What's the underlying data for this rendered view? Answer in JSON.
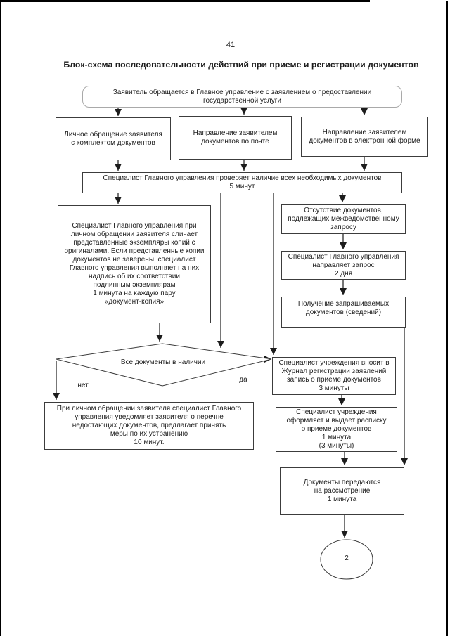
{
  "page": {
    "number": "41",
    "title": "Блок-схема последовательности действий при приеме и регистрации документов"
  },
  "colors": {
    "ink": "#1c1c1c",
    "box_border": "#3c3c3c",
    "start_box_border": "#a9a9a9",
    "background": "#ffffff"
  },
  "flowchart": {
    "start": {
      "label": "Заявитель обращается в Главное управление с заявлением о предоставлении\nгосударственной услуги"
    },
    "channel_personal": {
      "label": "Личное обращение заявителя\nс комплектом документов"
    },
    "channel_mail": {
      "label": "Направление заявителем\nдокументов по почте"
    },
    "channel_electronic": {
      "label": "Направление заявителем\nдокументов в электронной форме"
    },
    "check_documents": {
      "label": "Специалист Главного управления проверяет наличие всех необходимых документов\n5 минут"
    },
    "compare_copies": {
      "label": "Специалист Главного управления при\nличном обращении заявителя сличает\nпредставленные экземпляры копий с\nоригиналами. Если представленные копии\nдокументов не заверены, специалист\nГлавного управления выполняет на них\nнадпись об их соответствии\nподлинным экземплярам\n1 минута на каждую пару\n«документ-копия»"
    },
    "missing_interagency": {
      "label": "Отсутствие документов,\nподлежащих межведомственному\nзапросу"
    },
    "send_request": {
      "label": "Специалист Главного управления\nнаправляет запрос\n2 дня"
    },
    "receive_requested": {
      "label": "Получение запрашиваемых\nдокументов (сведений)"
    },
    "decision_all_documents": {
      "label": "Все документы в наличии",
      "no_label": "нет",
      "yes_label": "да"
    },
    "notify_missing": {
      "label": "При личном обращении заявителя специалист Главного\nуправления уведомляет заявителя о перечне\nнедостающих документов, предлагает принять\nмеры по их устранению\n10 минут."
    },
    "register_journal": {
      "label": "Специалист учреждения вносит в\nЖурнал регистрации заявлений\nзапись о приеме документов\n3 минуты"
    },
    "issue_receipt": {
      "label": "Специалист учреждения\nоформляет и выдает расписку\nо приеме документов\n1 минута\n(3 минуты)"
    },
    "transfer_review": {
      "label": "Документы передаются\nна рассмотрение\n1 минута"
    },
    "offpage_connector": {
      "label": "2"
    }
  }
}
